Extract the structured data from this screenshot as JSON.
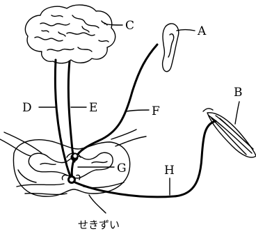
{
  "labels": {
    "a": "A",
    "b": "B",
    "c": "C",
    "d": "D",
    "e": "E",
    "f": "F",
    "g": "G",
    "h": "H"
  },
  "caption": "せきずい"
}
